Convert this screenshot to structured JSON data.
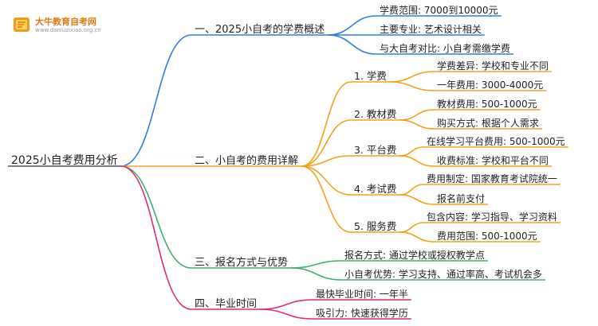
{
  "logo": {
    "name": "大牛教育自考网",
    "url": "www.daniuzixiao.org.cn"
  },
  "colors": {
    "blue": "#2f7de1",
    "orange": "#f5a118",
    "green": "#3ab26b",
    "pink": "#e3277a"
  },
  "root": {
    "label": "2025小自考费用分析"
  },
  "branches": [
    {
      "label": "一、2025小自考的学费概述",
      "color": "blue",
      "children": [
        {
          "label": "学费范围: 7000到10000元"
        },
        {
          "label": "主要专业: 艺术设计相关"
        },
        {
          "label": "与大自考对比: 小自考需缴学费"
        }
      ]
    },
    {
      "label": "二、小自考的费用详解",
      "color": "orange",
      "children": [
        {
          "label": "1. 学费",
          "children": [
            {
              "label": "学费差异: 学校和专业不同"
            },
            {
              "label": "一年费用: 3000-4000元"
            }
          ]
        },
        {
          "label": "2. 教材费",
          "children": [
            {
              "label": "教材费用: 500-1000元"
            },
            {
              "label": "购买方式: 根据个人需求"
            }
          ]
        },
        {
          "label": "3. 平台费",
          "children": [
            {
              "label": "在线学习平台费用: 500-1000元"
            },
            {
              "label": "收费标准: 学校和平台不同"
            }
          ]
        },
        {
          "label": "4. 考试费",
          "children": [
            {
              "label": "费用制定: 国家教育考试院统一"
            },
            {
              "label": "报名前支付"
            }
          ]
        },
        {
          "label": "5. 服务费",
          "children": [
            {
              "label": "包含内容: 学习指导、学习资料"
            },
            {
              "label": "费用范围: 500-1000元"
            }
          ]
        }
      ]
    },
    {
      "label": "三、报名方式与优势",
      "color": "green",
      "children": [
        {
          "label": "报名方式: 通过学校或授权教学点"
        },
        {
          "label": "小自考优势: 学习支持、通过率高、考试机会多"
        }
      ]
    },
    {
      "label": "四、毕业时间",
      "color": "pink",
      "children": [
        {
          "label": "最快毕业时间: 一年半"
        },
        {
          "label": "吸引力: 快速获得学历"
        }
      ]
    }
  ]
}
